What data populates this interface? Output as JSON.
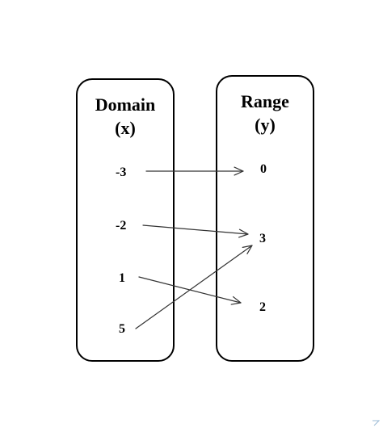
{
  "domain": {
    "title": "Domain",
    "subtitle": "(x)",
    "values": [
      "-3",
      "-2",
      "1",
      "5"
    ]
  },
  "range": {
    "title": "Range",
    "subtitle": "(y)",
    "values": [
      "0",
      "3",
      "2"
    ]
  },
  "mappings": [
    {
      "from": "-3",
      "to": "0"
    },
    {
      "from": "-2",
      "to": "3"
    },
    {
      "from": "1",
      "to": "2"
    },
    {
      "from": "5",
      "to": "3"
    }
  ],
  "colors": {
    "line": "#333333",
    "box": "#000000",
    "text": "#000000"
  }
}
